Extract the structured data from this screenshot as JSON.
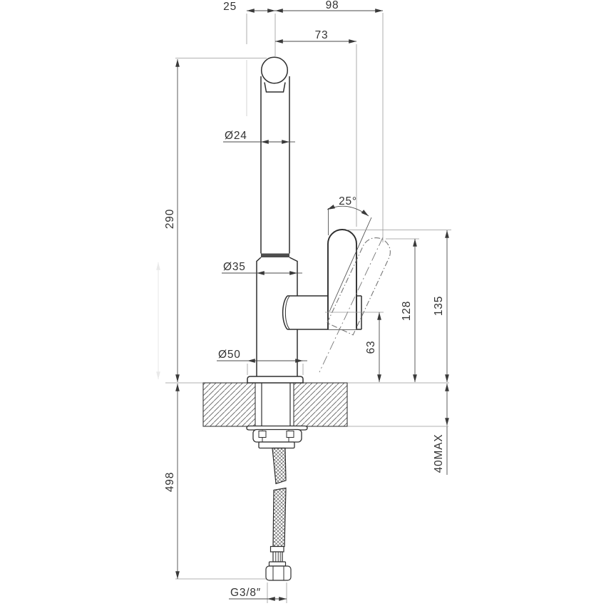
{
  "drawing": {
    "kind": "faucet-installation-dimensional-drawing",
    "colors": {
      "ink": "#2f2f2f",
      "dimension": "#4a4a4a",
      "extension": "#999999",
      "ghost": "#777777",
      "faded": "#e9e9e9",
      "background": "#ffffff"
    },
    "dims": {
      "offset_25": "25",
      "reach_98": "98",
      "reach_73": "73",
      "height_290": "290",
      "height_498": "498",
      "dia_24": "Ø24",
      "dia_35": "Ø35",
      "dia_50": "Ø50",
      "angle_25": "25°",
      "h_63": "63",
      "h_128": "128",
      "h_135": "135",
      "deck_40max": "40MAX",
      "thread_g38": "G3/8″"
    }
  }
}
